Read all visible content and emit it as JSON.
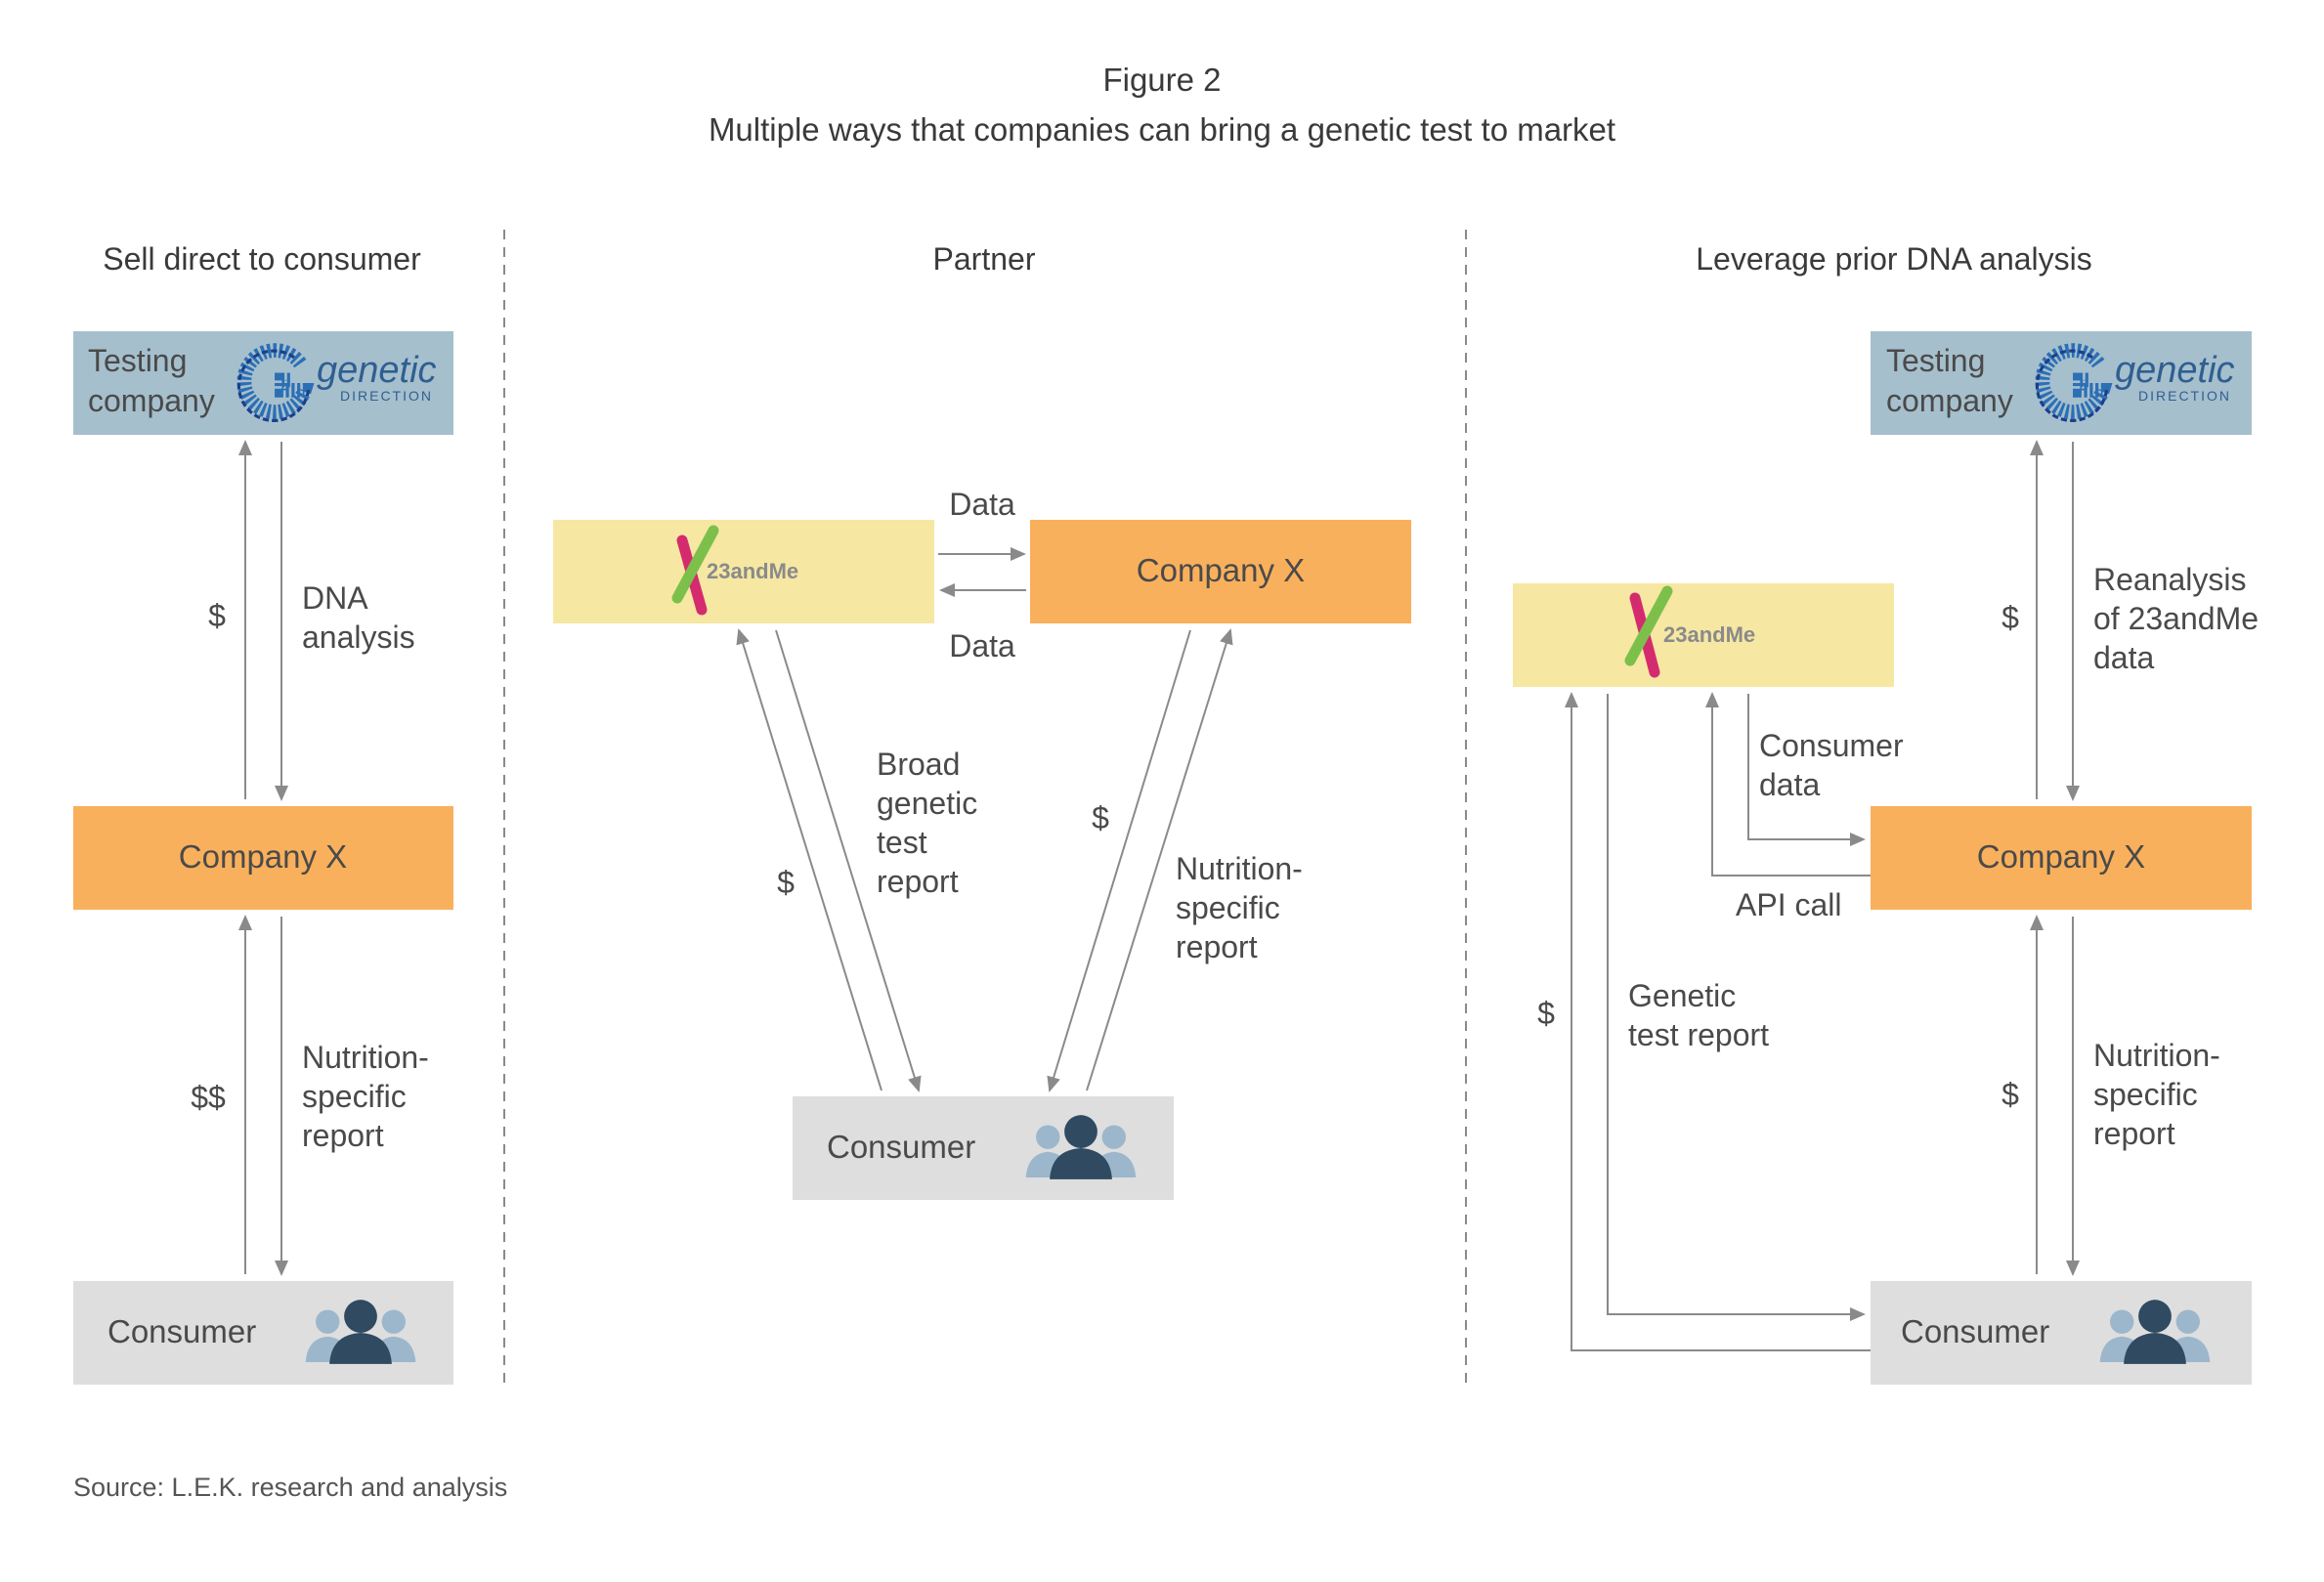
{
  "figure": {
    "number": "Figure 2",
    "title": "Multiple ways that companies can bring a genetic test to market",
    "source": "Source: L.E.K. research and analysis"
  },
  "colors": {
    "testing_company_bg": "#a6bfcd",
    "company_x_bg": "#f9b05c",
    "twentythree_bg": "#f6e7a2",
    "consumer_bg": "#dedede",
    "arrow": "#8a8a8a",
    "divider": "#8a8a8a",
    "people_dark": "#2f4a61",
    "people_light": "#9cb7cb",
    "logo_blue": "#2b6fb5",
    "mark_green": "#7cc04b",
    "mark_pink": "#d42b6f"
  },
  "logos": {
    "genetic_direction": {
      "word": "genetic",
      "sub": "DIRECTION"
    },
    "twentythree": {
      "word": "23andMe"
    }
  },
  "panels": {
    "direct": {
      "heading": "Sell direct to consumer",
      "testing_company": [
        "Testing",
        "company"
      ],
      "company_x": "Company X",
      "consumer": "Consumer",
      "dollar_top": "$",
      "dna_analysis": [
        "DNA",
        "analysis"
      ],
      "dollar_bottom": "$$",
      "nutrition_report": [
        "Nutrition-",
        "specific",
        "report"
      ]
    },
    "partner": {
      "heading": "Partner",
      "company_x": "Company X",
      "consumer": "Consumer",
      "data_top": "Data",
      "data_bottom": "Data",
      "dollar_left": "$",
      "broad_report": [
        "Broad",
        "genetic",
        "test",
        "report"
      ],
      "dollar_right": "$",
      "nutrition_report": [
        "Nutrition-",
        "specific",
        "report"
      ]
    },
    "leverage": {
      "heading": "Leverage prior DNA analysis",
      "testing_company": [
        "Testing",
        "company"
      ],
      "company_x": "Company X",
      "consumer": "Consumer",
      "consumer_data": [
        "Consumer",
        "data"
      ],
      "api_call": "API call",
      "dollar_far_left": "$",
      "genetic_report": [
        "Genetic",
        "test report"
      ],
      "dollar_top": "$",
      "reanalysis": [
        "Reanalysis",
        "of 23andMe",
        "data"
      ],
      "dollar_bottom": "$",
      "nutrition_report": [
        "Nutrition-",
        "specific",
        "report"
      ]
    }
  }
}
